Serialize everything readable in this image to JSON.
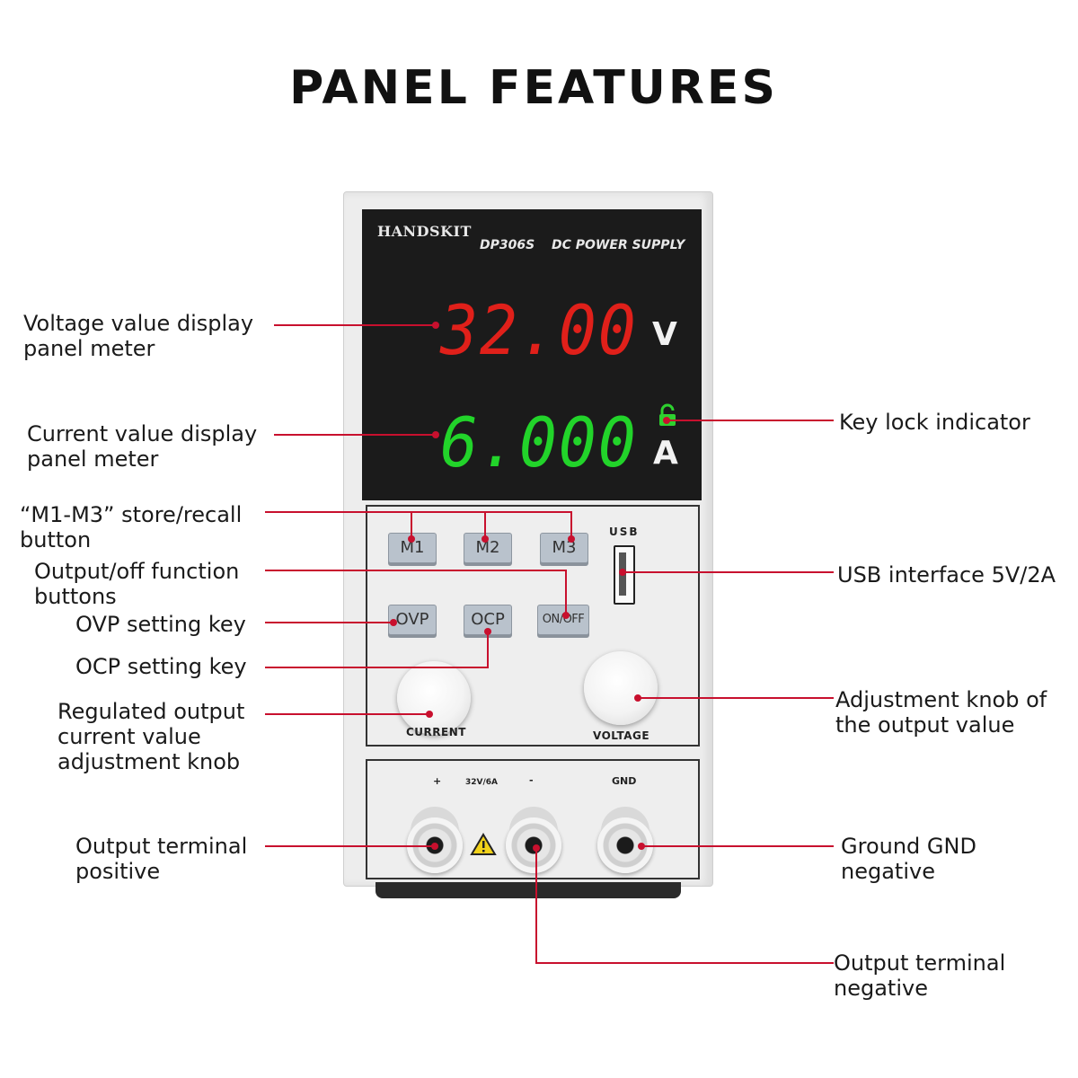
{
  "heading": "PANEL FEATURES",
  "device": {
    "brand": "HANDSKIT",
    "model": "DP306S",
    "product_type": "DC POWER SUPPLY",
    "voltage_reading": "32.00",
    "voltage_unit": "V",
    "current_reading": "6.000",
    "current_unit": "A",
    "keys": [
      "M1",
      "M2",
      "M3",
      "OVP",
      "OCP",
      "ON/OFF"
    ],
    "usb_label": "USB",
    "knob_left_label": "CURRENT",
    "knob_right_label": "VOLTAGE",
    "terminal_plus": "+",
    "terminal_rating": "32V/6A",
    "terminal_minus": "-",
    "terminal_gnd": "GND",
    "voltage_color": "#e0201a",
    "current_color": "#22d42a",
    "leader_color": "#c8102e",
    "lock_icon": "lock-icon",
    "warning_icon": "warning-icon"
  },
  "callouts_left": [
    "Voltage value display\npanel meter",
    "Current value display\npanel meter",
    "“M1-M3” store/recall\nbutton",
    "Output/off function\nbuttons",
    "OVP setting key",
    "OCP setting key",
    "Regulated output\ncurrent value\nadjustment knob",
    "Output terminal\npositive"
  ],
  "callouts_right": [
    "Key lock indicator",
    "USB interface 5V/2A",
    "Adjustment knob of\nthe output value",
    "Ground GND\nnegative",
    "Output terminal\nnegative"
  ]
}
